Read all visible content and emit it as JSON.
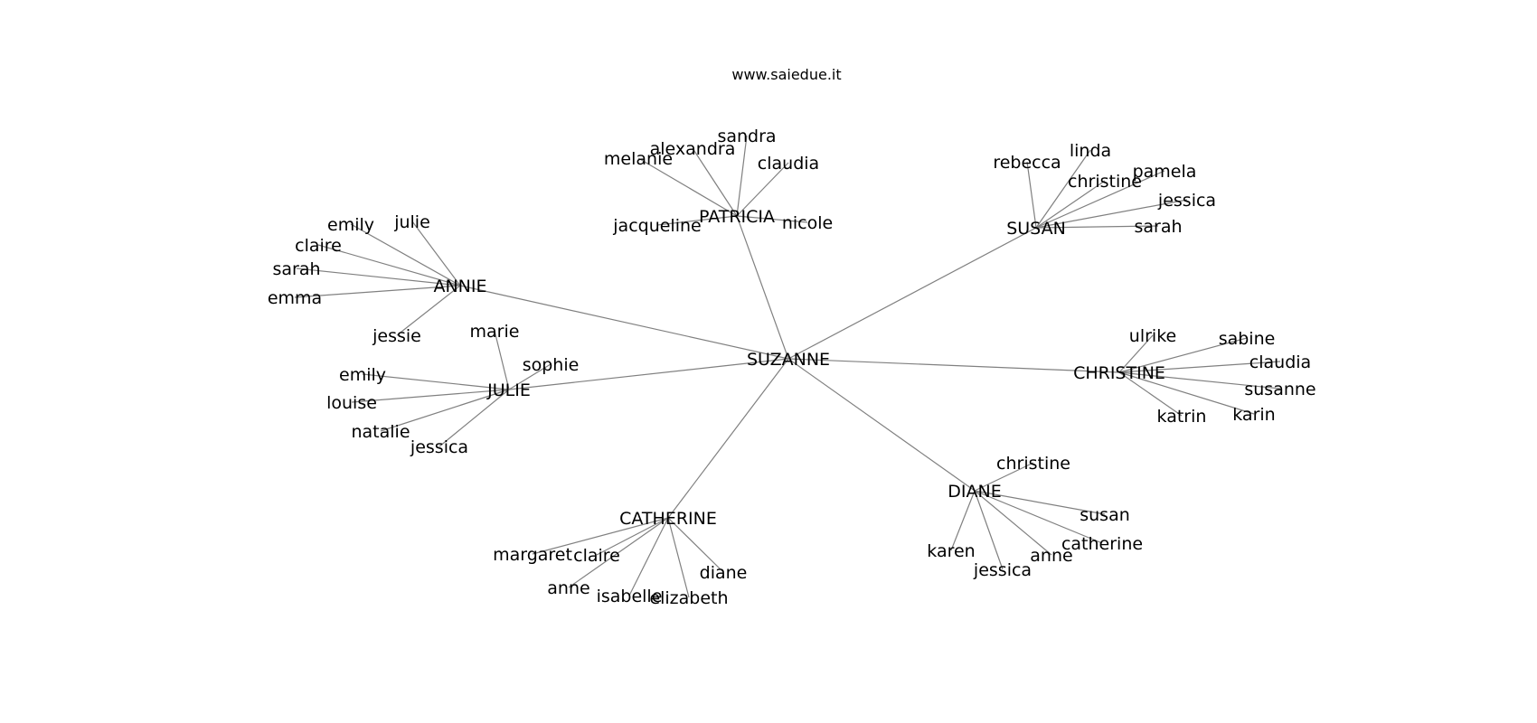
{
  "header": {
    "watermark": "www.saiedue.it"
  },
  "graph": {
    "root": "SUZANNE",
    "edge_color": "#808080",
    "text_color": "#000000",
    "groups": [
      {
        "hub": "PATRICIA",
        "leaves": [
          "sandra",
          "alexandra",
          "melanie",
          "claudia",
          "jacqueline",
          "nicole"
        ]
      },
      {
        "hub": "SUSAN",
        "leaves": [
          "rebecca",
          "linda",
          "pamela",
          "christine",
          "jessica",
          "sarah"
        ]
      },
      {
        "hub": "ANNIE",
        "leaves": [
          "emily",
          "julie",
          "claire",
          "sarah",
          "emma",
          "jessie"
        ]
      },
      {
        "hub": "JULIE",
        "leaves": [
          "marie",
          "sophie",
          "emily",
          "louise",
          "natalie",
          "jessica"
        ]
      },
      {
        "hub": "CHRISTINE",
        "leaves": [
          "ulrike",
          "sabine",
          "claudia",
          "susanne",
          "katrin",
          "karin"
        ]
      },
      {
        "hub": "DIANE",
        "leaves": [
          "christine",
          "susan",
          "catherine",
          "karen",
          "anne",
          "jessica"
        ]
      },
      {
        "hub": "CATHERINE",
        "leaves": [
          "margaret",
          "claire",
          "diane",
          "anne",
          "isabelle",
          "elizabeth"
        ]
      }
    ]
  }
}
